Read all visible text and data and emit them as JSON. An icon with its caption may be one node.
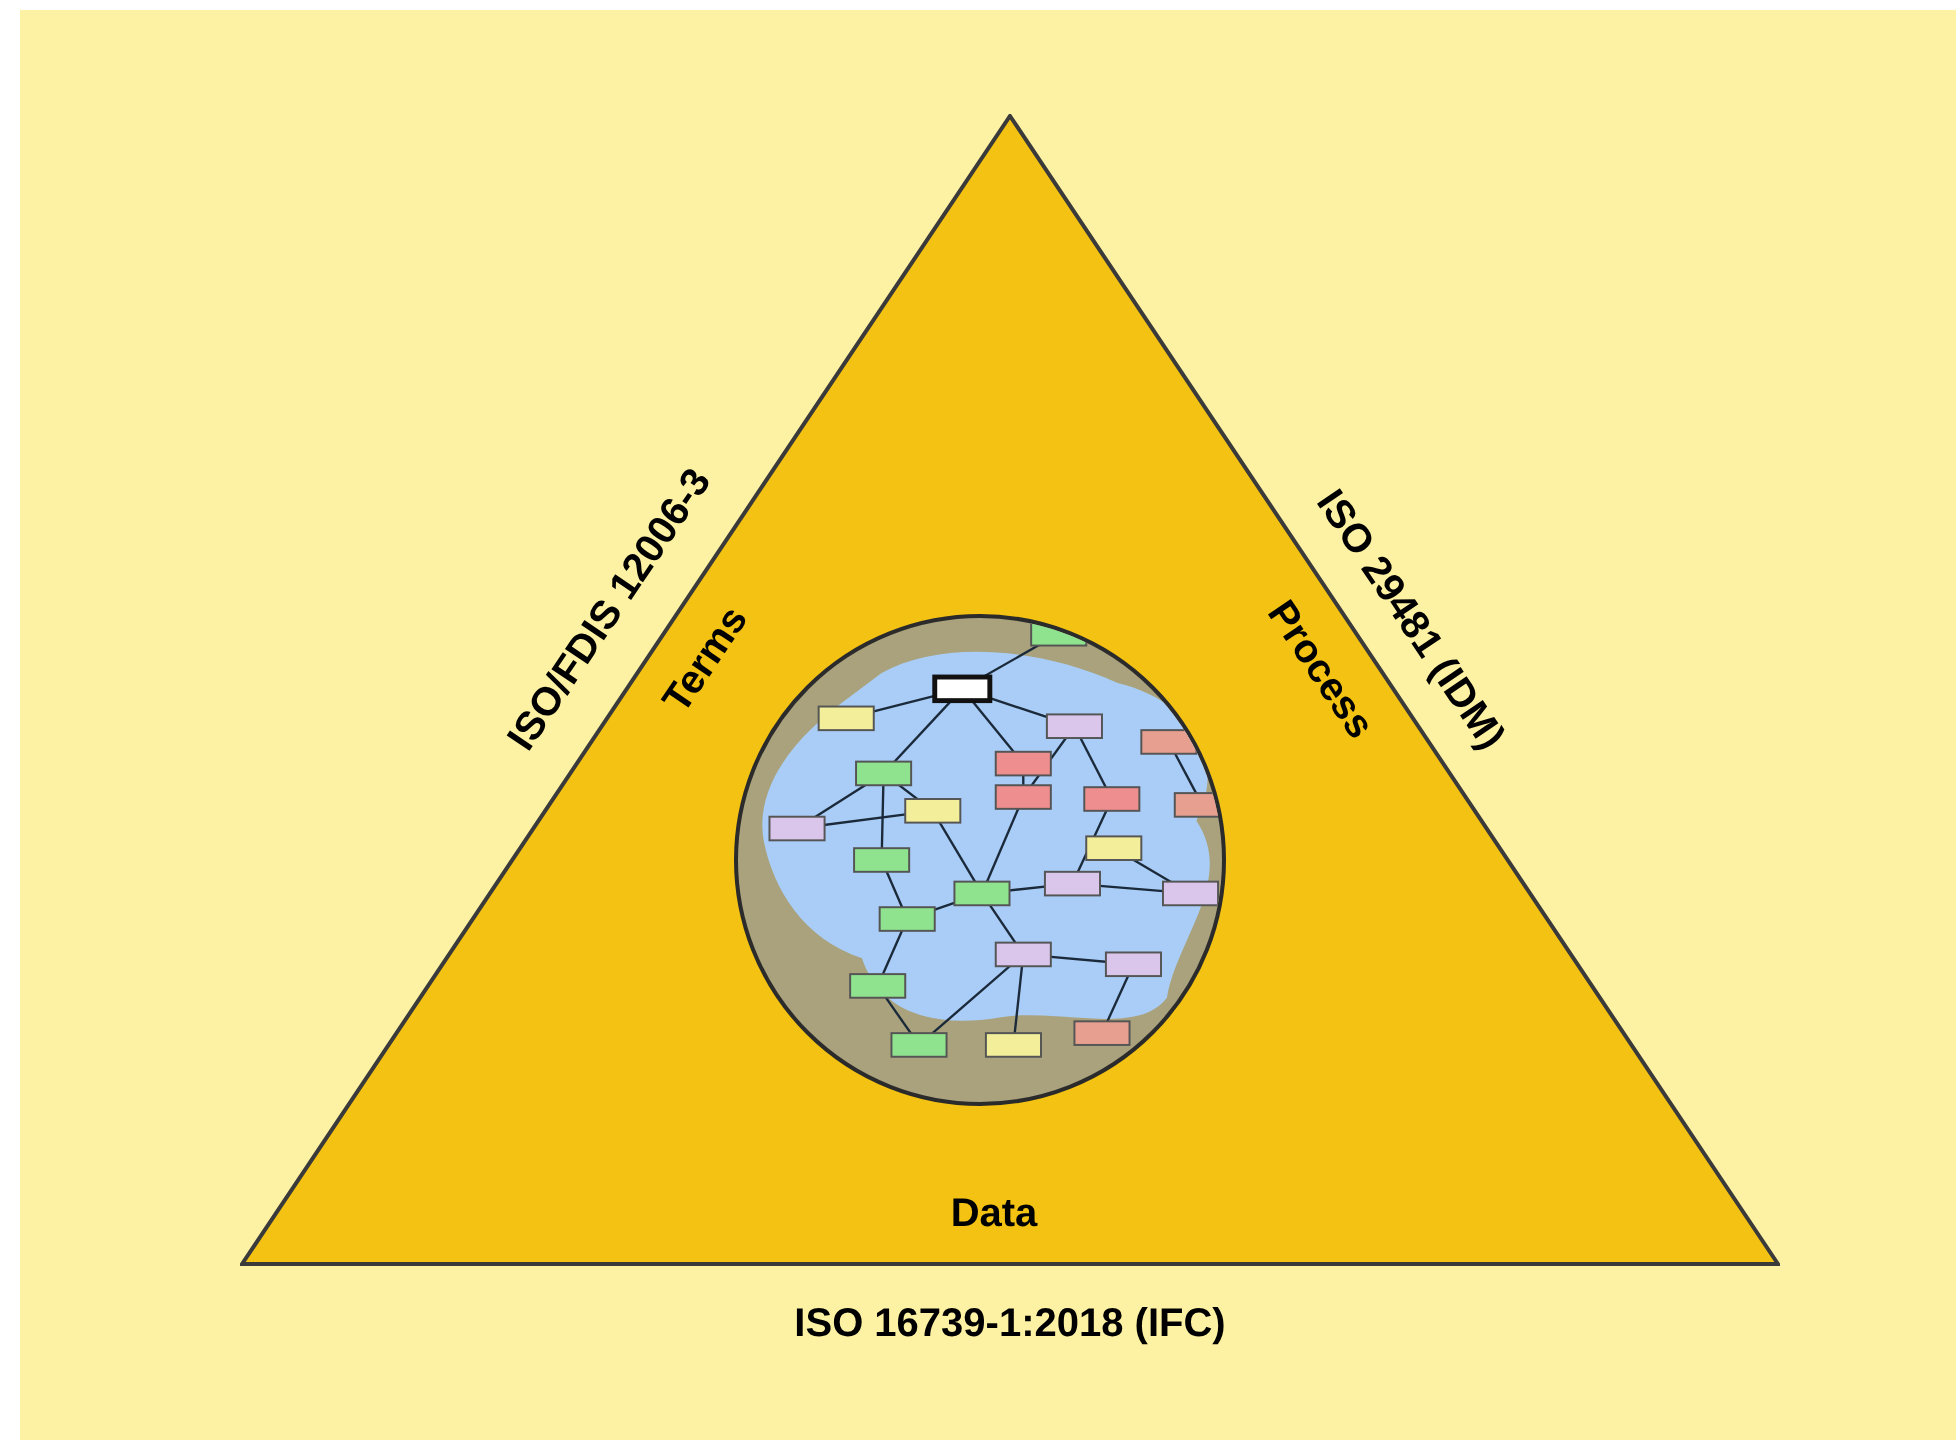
{
  "diagram": {
    "nodes": [
      {
        "text": [
          "Terms",
          "Process",
          "Data"
        ],
        "beside": [
          "ISO/FDIS 12006-3",
          "ISO 29481 (IDM)",
          "ISO 16739-1:2018 (IFC)"
        ]
      },
      {
        "text": [],
        "shape": "circle",
        "in": 0
      }
    ],
    "edges": []
  }
}
